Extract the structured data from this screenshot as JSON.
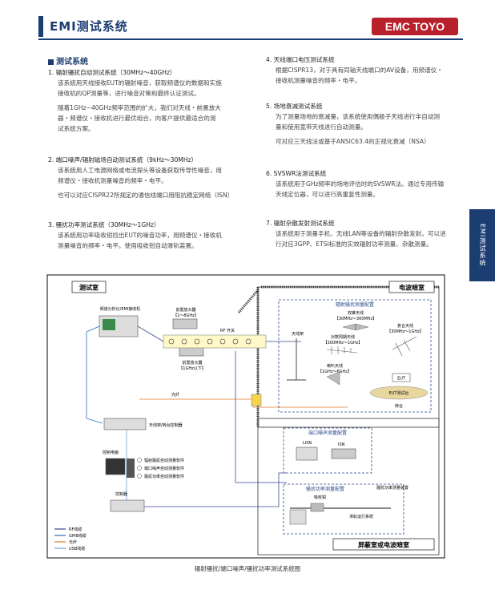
{
  "header": {
    "title": "EMI测试系统",
    "logo": "EMC TOYO"
  },
  "section": {
    "title": "测试系统"
  },
  "items_left": [
    {
      "title": "1.  辐射骚扰自动测试系统（30MHz～40GHz）",
      "lines": [
        "该系统用天线接收EUT的辐射噪音，获取频谱仪的数据和实施",
        "接收机的QP测量等，进行噪音对策和最终认证测试。"
      ],
      "para": [
        "随着1GHz~40GHz频率范围的扩大，我们对天线・前置放大",
        "器・频谱仪・接收机进行最优组合，向客户提供最适合的测",
        "试系统方案。"
      ]
    },
    {
      "title": "2.  端口噪声/辐射磁场自动测试系统（9kHz～30MHz）",
      "lines": [
        "该系统用人工电源网络或电流探头等设备获取传导性噪音，用",
        "频谱仪・接收机测量噪音的频率・电平。"
      ],
      "para": [
        "也可以对应CISPR22所规定的通信线端口用阻抗稳定网络（ISN）"
      ]
    },
    {
      "title": "3.  骚扰功率测试系统（30MHz～1GHz）",
      "lines": [
        "该系统用功率吸收钳捡出EUT的噪音功率，用频谱仪・接收机",
        "测量噪音的频率・电平。使用吸收钳自动滑轨装置。"
      ],
      "para": []
    }
  ],
  "items_right": [
    {
      "title": "4.  天线端口电压测试系统",
      "lines": [
        "根据CISPR13，对于具有同轴天线端口的AV设备，用频谱仪・",
        "接收机测量噪音的频率・电平。"
      ],
      "para": []
    },
    {
      "title": "5.  场地衰减测试系统",
      "lines": [
        "为了测量场地的衰减量，该系统使用偶极子天线进行半自动测",
        "量和使用宽带天线进行自动测量。"
      ],
      "para": [
        "可对应三天线法或基于ANSIC63.4的正规化衰减（NSA）"
      ]
    },
    {
      "title": "6.  SVSWR法测试系统",
      "lines": [
        "该系统用于GHz频率的场地评估时的SVSWR法。通过专用传输",
        "天线定位器，可以进行高重复性测量。"
      ],
      "para": []
    },
    {
      "title": "7.  辐射杂散发射测试系统",
      "lines": [
        "该系统用于测量手机、无线LAN等设备的辐射杂散发射。可以进",
        "行对应3GPP、ETSI标准的实效辐射功率测量、杂散测量。"
      ],
      "para": []
    }
  ],
  "side_tab": "EMI测试系统",
  "diagram": {
    "control_room": "测试室",
    "anechoic": "电波暗室",
    "shield_room": "屏蔽室或电波暗室",
    "receiver": "频谱分析仪/EMI接收机",
    "preamp1": "前置放大器",
    "preamp1_range": "【1～8GHz】",
    "preamp2": "前置放大器",
    "preamp2_range": "【1GHz以下】",
    "rf_switch": "RF 开关",
    "optical": "光纤",
    "mast_ctrl": "天线架/转台控制器",
    "pc": "控制电脑",
    "software": [
      "辐射骚扰自动测量软件",
      "端口噪声自动测量软件",
      "骚扰功率自动测量软件"
    ],
    "controller": "控制器",
    "radiated_title": "辐射骚扰测量配置",
    "mast": "天线架",
    "biconical": "双锥天线",
    "biconical_range": "【30MHz～300MHz】",
    "log_periodic": "对数周期天线",
    "log_periodic_range": "【300MHz～1GHz】",
    "hybrid": "复合天线",
    "hybrid_range": "【30MHz～1GHz】",
    "horn": "喇叭天线",
    "horn_range": "【1GHz～6GHz】",
    "eut": "EUT",
    "eut_table": "EUT测试台",
    "turntable": "转台",
    "port_title": "端口噪声测量配置",
    "lisn": "LISN",
    "isn": "ISN",
    "power_title": "骚扰功率测量配置",
    "absorbing_clamp": "吸收钳",
    "clamp_device": "骚扰功率测量装置",
    "rail": "滑轨运行系统",
    "legend": [
      "RF线缆",
      "GPIB线缆",
      "光纤",
      "USB线缆"
    ],
    "colors": {
      "rf": "#3a4a8c",
      "gpib": "#2a6fc0",
      "fiber": "#e07a2a",
      "usb": "#6aa0e0"
    }
  },
  "caption": "辐射骚扰/端口噪声/骚扰功率测试系统图"
}
